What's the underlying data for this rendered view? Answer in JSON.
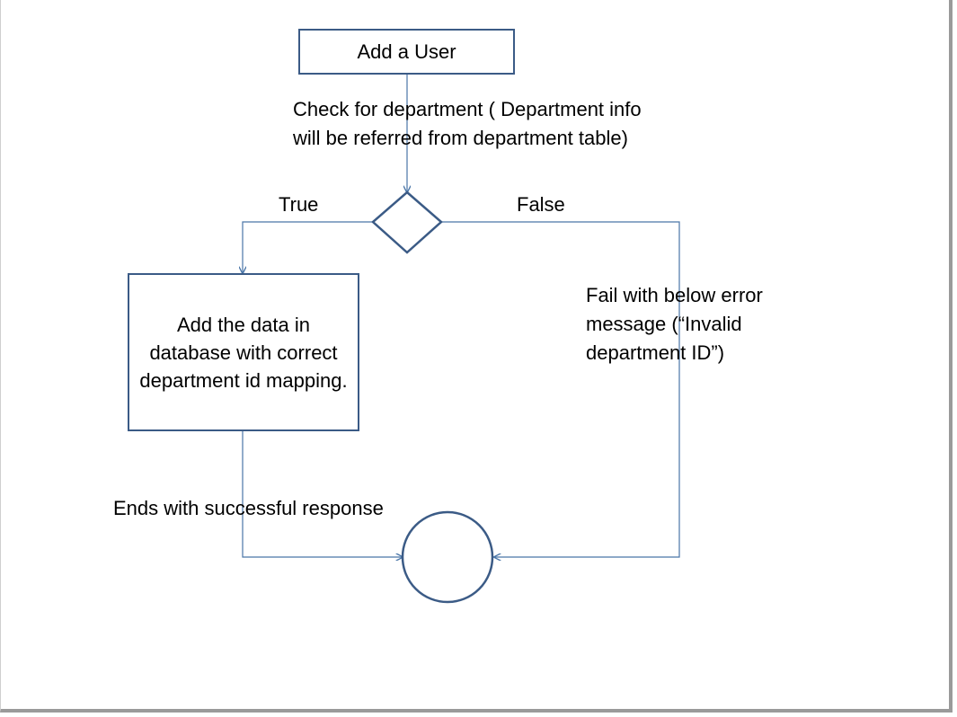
{
  "nodes": {
    "start": "Add a User",
    "add_data": "Add the data in database with correct department id mapping."
  },
  "labels": {
    "check": "Check for department ( Department info\nwill be referred from department table)",
    "true_branch": "True",
    "false_branch": "False",
    "fail": "Fail with below error\nmessage (“Invalid\ndepartment ID”)",
    "success": "Ends with successful response"
  },
  "colors": {
    "shape_stroke": "#3b5b86",
    "connector": "#4a76a8"
  }
}
